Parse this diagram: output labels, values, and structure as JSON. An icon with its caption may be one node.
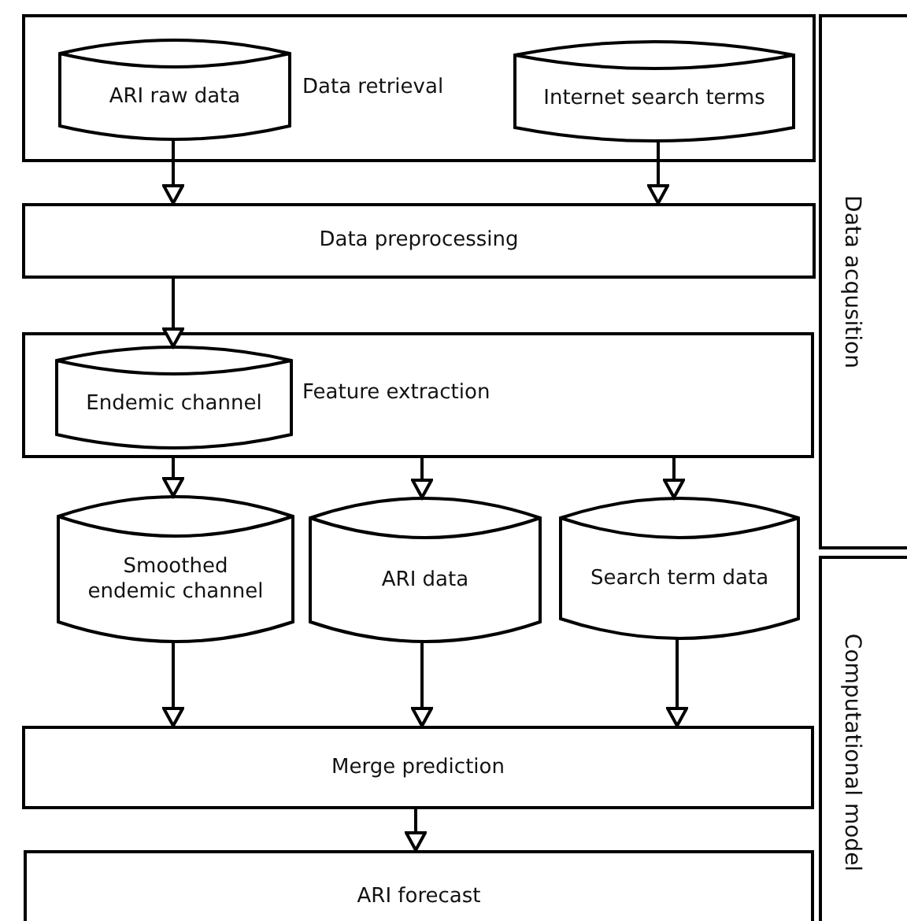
{
  "diagram": {
    "nodes": [
      {
        "text": [
          "Data retrieval"
        ]
      },
      {
        "text": [
          "ARI raw data"
        ],
        "in": 0
      },
      {
        "text": [
          "Internet search terms"
        ],
        "in": 0
      },
      {
        "text": [
          "Data preprocessing"
        ]
      },
      {
        "text": [
          "Feature extraction"
        ]
      },
      {
        "text": [
          "Endemic channel"
        ],
        "in": 4
      },
      {
        "text": [
          "Smoothed endemic channel"
        ]
      },
      {
        "text": [
          "ARI data"
        ]
      },
      {
        "text": [
          "Search term data"
        ]
      },
      {
        "text": [
          "Merge prediction"
        ]
      },
      {
        "text": [
          "ARI forecast"
        ]
      },
      {
        "text": [
          "Data acqusition"
        ]
      },
      {
        "text": [
          "Computational model"
        ]
      }
    ],
    "edges": [
      {
        "from": 1,
        "to": 3,
        "arrow": "to"
      },
      {
        "from": 2,
        "to": 3,
        "arrow": "to"
      },
      {
        "from": 3,
        "to": 5,
        "arrow": "to"
      },
      {
        "from": 4,
        "to": 6,
        "arrow": "to"
      },
      {
        "from": 4,
        "to": 7,
        "arrow": "to"
      },
      {
        "from": 4,
        "to": 8,
        "arrow": "to"
      },
      {
        "from": 6,
        "to": 9,
        "arrow": "to"
      },
      {
        "from": 7,
        "to": 9,
        "arrow": "to"
      },
      {
        "from": 8,
        "to": 9,
        "arrow": "to"
      },
      {
        "from": 9,
        "to": 10,
        "arrow": "to"
      }
    ]
  }
}
